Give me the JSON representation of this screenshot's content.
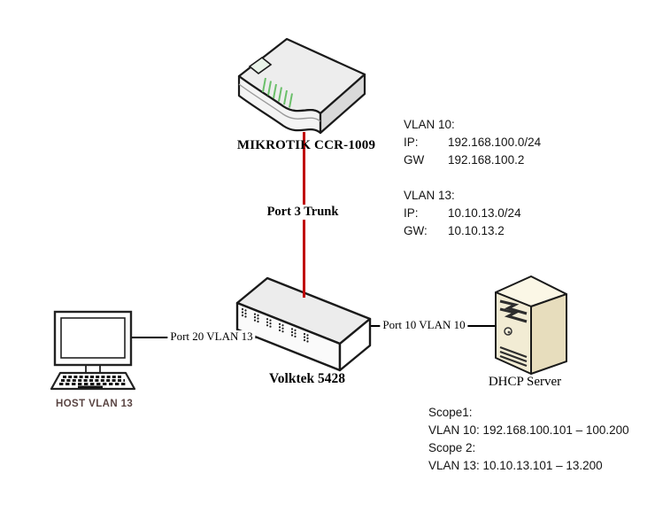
{
  "colors": {
    "background": "#ffffff",
    "trunk_line_red": "#c00000",
    "link_line_black": "#000000",
    "host_label_color": "#5a4543",
    "server_body": "#f2ecd4",
    "device_gray": "#ececec",
    "router_led_green": "#6abf69"
  },
  "devices": {
    "router": {
      "label": "MIKROTIK CCR-1009"
    },
    "switch": {
      "label": "Volktek 5428"
    },
    "host": {
      "label": "HOST VLAN 13"
    },
    "dhcp_server": {
      "label": "DHCP Server"
    }
  },
  "links": {
    "trunk": {
      "label": "Port 3 Trunk"
    },
    "host_to_switch": {
      "label": "Port 20 VLAN 13"
    },
    "switch_to_server": {
      "label": "Port 10 VLAN 10"
    }
  },
  "vlan_info": {
    "vlan10": {
      "title": "VLAN 10:",
      "rows": [
        {
          "k": "IP:",
          "v": "192.168.100.0/24"
        },
        {
          "k": "GW",
          "v": "192.168.100.2"
        }
      ]
    },
    "vlan13": {
      "title": "VLAN 13:",
      "rows": [
        {
          "k": "IP:",
          "v": "10.10.13.0/24"
        },
        {
          "k": "GW:",
          "v": "10.10.13.2"
        }
      ]
    }
  },
  "dhcp_scopes": {
    "lines": [
      "Scope1:",
      "VLAN 10: 192.168.100.101 – 100.200",
      "Scope 2:",
      "VLAN 13: 10.10.13.101 – 13.200"
    ]
  }
}
